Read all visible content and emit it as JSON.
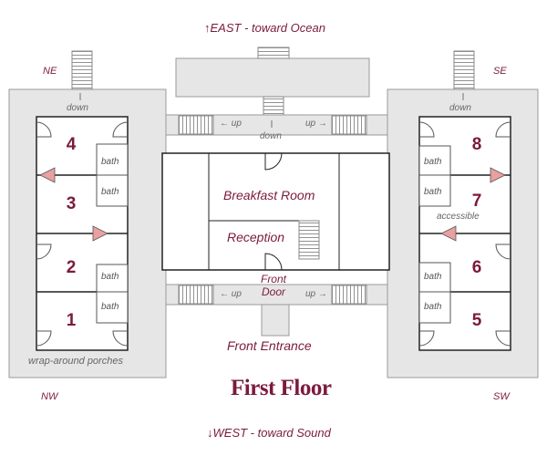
{
  "directions": {
    "east": "EAST - toward Ocean",
    "west": "WEST - toward Sound"
  },
  "compass": {
    "ne": "NE",
    "se": "SE",
    "nw": "NW",
    "sw": "SW"
  },
  "title": "First Floor",
  "spaces": {
    "breakfast": "Breakfast Room",
    "reception": "Reception",
    "front_door_line1": "Front",
    "front_door_line2": "Door",
    "front_entrance": "Front Entrance"
  },
  "notes": {
    "down_left": "down",
    "down_right": "down",
    "down_center": "down",
    "up_top_left": "← up",
    "up_top_right": "up →",
    "up_bottom_left": "← up",
    "up_bottom_right": "up →",
    "porches": "wrap-around porches",
    "accessible": "accessible"
  },
  "rooms": [
    {
      "number": "4",
      "bath": "bath"
    },
    {
      "number": "3",
      "bath": "bath"
    },
    {
      "number": "2",
      "bath": "bath"
    },
    {
      "number": "1",
      "bath": "bath"
    },
    {
      "number": "8",
      "bath": "bath"
    },
    {
      "number": "7",
      "bath": "bath"
    },
    {
      "number": "6",
      "bath": "bath"
    },
    {
      "number": "5",
      "bath": "bath"
    }
  ],
  "colors": {
    "accent": "#7b1a3e",
    "porch": "#e6e6e6",
    "wall": "#222222",
    "door": "#e8a0a0"
  }
}
